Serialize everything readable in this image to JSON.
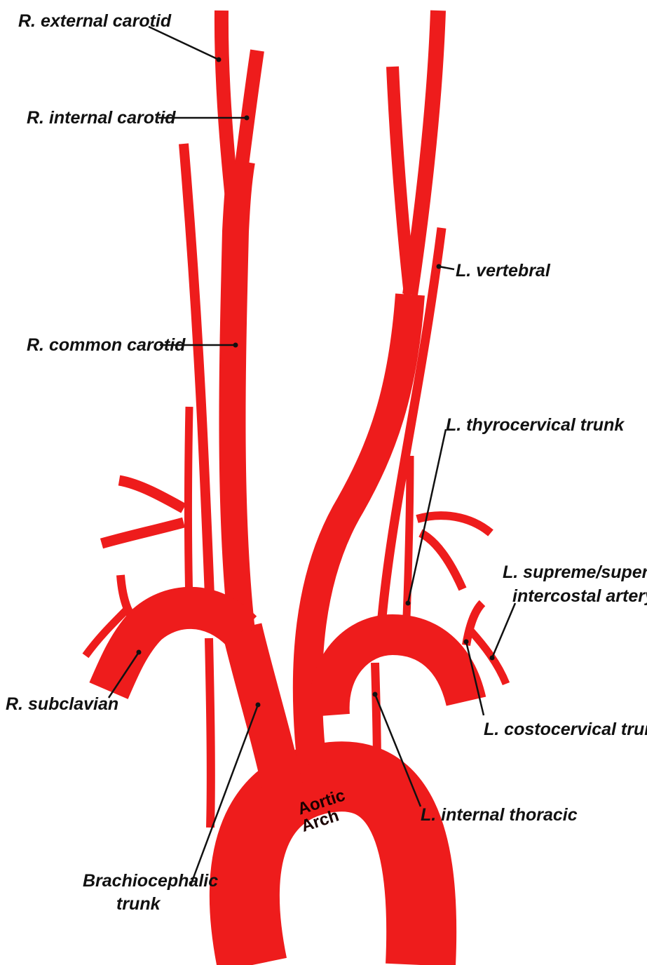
{
  "colors": {
    "artery": "#ee1c1c",
    "artery_edge": "#c51212",
    "label_text": "#111111",
    "background": "#ffffff"
  },
  "labels": {
    "r_external_carotid": "R. external carotid",
    "r_internal_carotid": "R. internal carotid",
    "r_common_carotid": "R. common carotid",
    "r_subclavian": "R. subclavian",
    "brachiocephalic_line1": "Brachiocephalic",
    "brachiocephalic_line2": "trunk",
    "aortic_line1": "Aortic",
    "aortic_line2": "Arch",
    "l_vertebral": "L. vertebral",
    "l_thyrocervical": "L. thyrocervical trunk",
    "l_supreme_line1": "L. supreme/superior",
    "l_supreme_line2": "intercostal artery",
    "l_costocervical": "L. costocervical trunk",
    "l_internal_thoracic": "L. internal thoracic"
  }
}
